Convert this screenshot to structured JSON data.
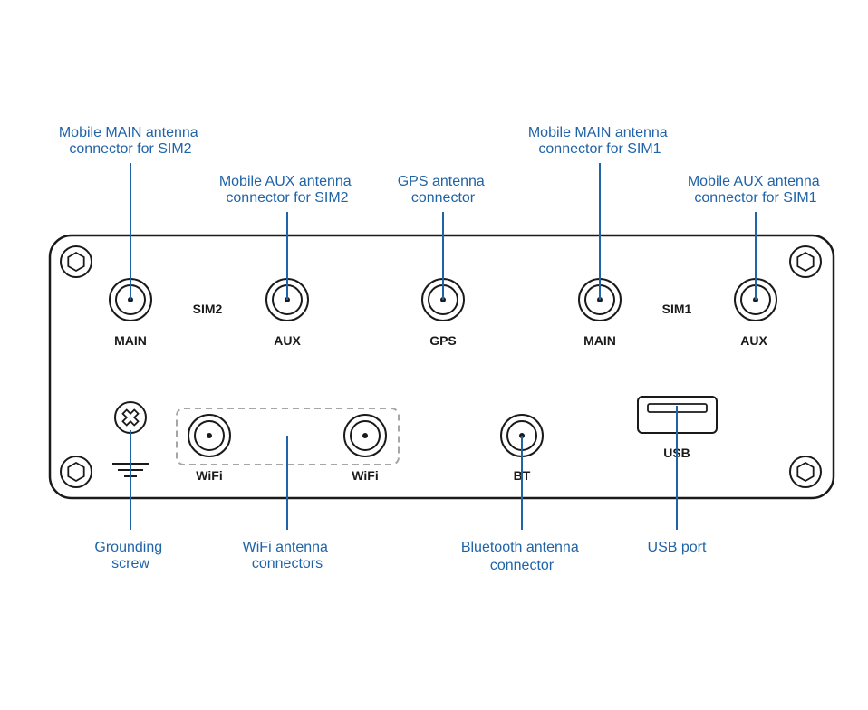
{
  "callouts": {
    "main_sim2": [
      "Mobile MAIN antenna",
      "connector for SIM2"
    ],
    "aux_sim2": [
      "Mobile AUX antenna",
      "connector for SIM2"
    ],
    "gps": [
      "GPS antenna",
      "connector"
    ],
    "main_sim1": [
      "Mobile MAIN antenna",
      "connector for SIM1"
    ],
    "aux_sim1": [
      "Mobile AUX antenna",
      "connector for SIM1"
    ],
    "grounding": [
      "Grounding",
      "screw"
    ],
    "wifi": [
      "WiFi antenna",
      "connectors"
    ],
    "bluetooth": [
      "Bluetooth antenna",
      "connector"
    ],
    "usb": [
      "USB port"
    ]
  },
  "panel_labels": {
    "main_left": "MAIN",
    "sim2": "SIM2",
    "aux_left": "AUX",
    "gps": "GPS",
    "main_right": "MAIN",
    "sim1": "SIM1",
    "aux_right": "AUX",
    "wifi_left": "WiFi",
    "wifi_right": "WiFi",
    "bt": "BT",
    "usb": "USB"
  },
  "colors": {
    "callout": "#1f63a8",
    "outline": "#1a1a1a",
    "dashed": "#a6a6a6"
  }
}
